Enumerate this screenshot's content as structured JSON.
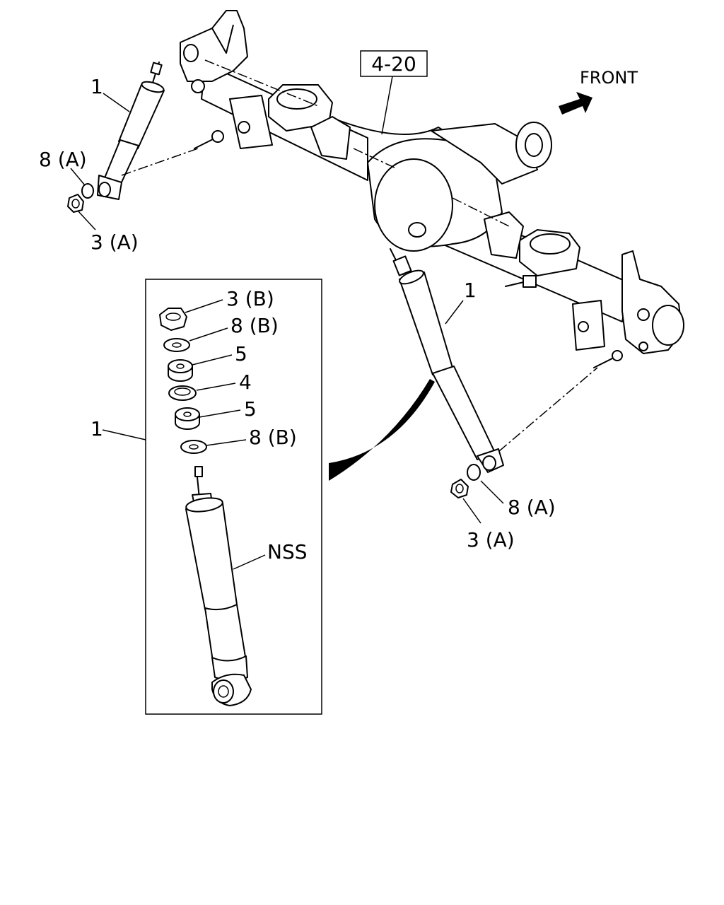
{
  "labels": {
    "ref_box": "4-20",
    "front": "FRONT",
    "shock_left": "1",
    "washer_left": "8 (A)",
    "nut_left": "3 (A)",
    "shock_right": "1",
    "washer_right": "8 (A)",
    "nut_right": "3 (A)",
    "inset_shock": "1",
    "inset_nut": "3 (B)",
    "inset_washer_top": "8 (B)",
    "inset_bushing_top": "5",
    "inset_plate": "4",
    "inset_bushing_bottom": "5",
    "inset_washer_bottom": "8 (B)",
    "inset_body": "NSS"
  },
  "icons": [
    "front-arrow-icon"
  ]
}
